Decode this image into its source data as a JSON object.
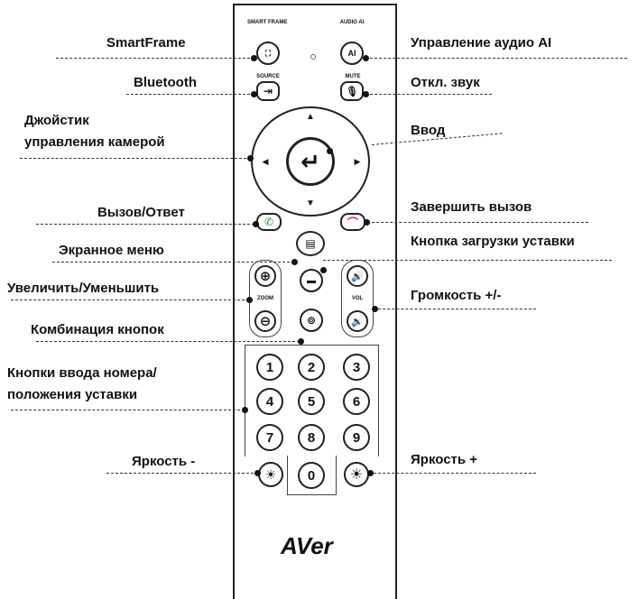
{
  "labels": {
    "smartframe": "SmartFrame",
    "audio_ai": "Управление аудио AI",
    "bluetooth": "Bluetooth",
    "mute": "Откл. звук",
    "joystick_1": "Джойстик",
    "joystick_2": "управления камерой",
    "enter": "Ввод",
    "call_answer": "Вызов/Ответ",
    "end_call": "Завершить вызов",
    "osd_menu": "Экранное меню",
    "preset_load": "Кнопка загрузки уставки",
    "zoom": "Увеличить/Уменьшить",
    "volume": "Громкость +/-",
    "combo": "Комбинация кнопок",
    "numpad_1": "Кнопки ввода номера/",
    "numpad_2": "положения уставки",
    "brightness_minus": "Яркость -",
    "brightness_plus": "Яркость +"
  },
  "remote": {
    "brand": "AVer",
    "tiny": {
      "smartframe": "SMART FRAME",
      "audio_ai": "AUDIO AI",
      "source": "SOURCE",
      "mute": "MUTE",
      "zoom": "ZOOM",
      "vol": "VOL"
    },
    "keys": [
      "1",
      "2",
      "3",
      "4",
      "5",
      "6",
      "7",
      "8",
      "9",
      "0"
    ]
  },
  "icons": {
    "enter": "↵",
    "up": "▲",
    "down": "▼",
    "left": "◀",
    "right": "▶",
    "call": "✆",
    "zoom_in": "⊕",
    "zoom_out": "⊖",
    "vol_up": "🔊",
    "vol_down": "🔉",
    "sun": "☀",
    "mic_off": "🎙",
    "source": "⇥"
  }
}
